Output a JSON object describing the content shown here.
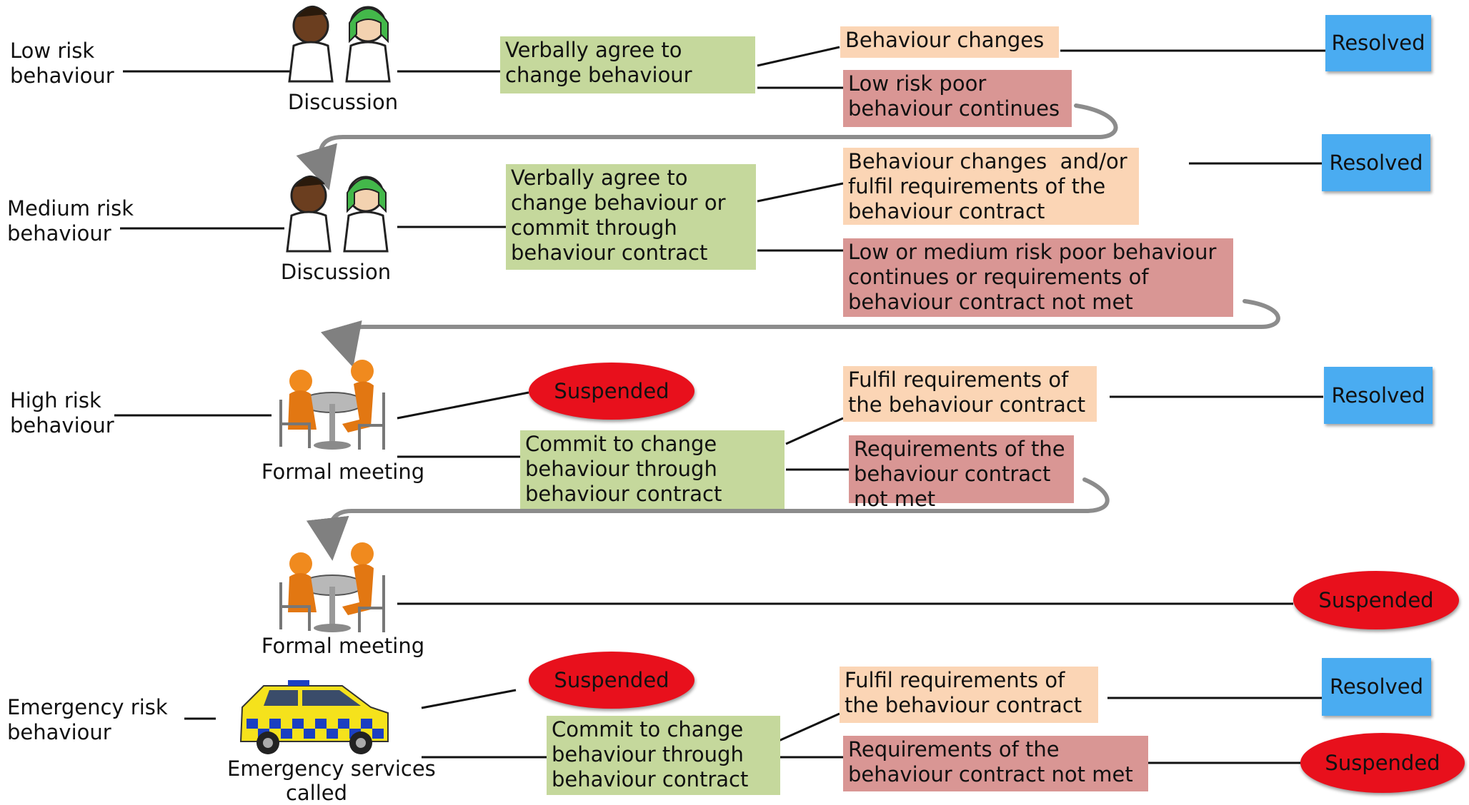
{
  "colors": {
    "green_box": "#c5d89c",
    "peach_box": "#fbd5b5",
    "red_box": "#d99694",
    "resolved_blue": "#4aacf1",
    "suspended_red": "#e8101c",
    "connector_grey": "#808080",
    "orange_figure": "#f08a1e"
  },
  "icons": {
    "discussion": "two-people-talking-icon",
    "formal_meeting": "people-at-table-icon",
    "emergency": "police-car-icon"
  },
  "low": {
    "risk_label": "Low risk\nbehaviour",
    "icon_label": "Discussion",
    "agree": "Verbally agree to\nchange behaviour",
    "changes": "Behaviour changes",
    "continues": "Low risk poor\nbehaviour continues",
    "resolved": "Resolved"
  },
  "medium": {
    "risk_label": "Medium risk\nbehaviour",
    "icon_label": "Discussion",
    "agree": "Verbally agree to\nchange behaviour or\ncommit through\nbehaviour contract",
    "changes": "Behaviour changes  and/or\nfulfil requirements of the\nbehaviour contract",
    "continues": "Low or medium risk poor behaviour\ncontinues or requirements of\nbehaviour contract not met",
    "resolved": "Resolved"
  },
  "high": {
    "risk_label": "High risk\nbehaviour",
    "icon_label": "Formal meeting",
    "suspended": "Suspended",
    "commit": "Commit to change\nbehaviour through\nbehaviour contract",
    "fulfil": "Fulfil requirements of\nthe behaviour contract",
    "not_met": "Requirements of the\nbehaviour contract\nnot met",
    "resolved": "Resolved"
  },
  "second_meeting": {
    "icon_label": "Formal meeting",
    "suspended": "Suspended"
  },
  "emergency": {
    "risk_label": "Emergency risk\nbehaviour",
    "icon_label": "Emergency services\ncalled",
    "suspended": "Suspended",
    "commit": "Commit to change\nbehaviour through\nbehaviour contract",
    "fulfil": "Fulfil requirements of\nthe behaviour contract",
    "not_met": "Requirements of the\nbehaviour contract not met",
    "resolved": "Resolved",
    "suspended_end": "Suspended"
  }
}
